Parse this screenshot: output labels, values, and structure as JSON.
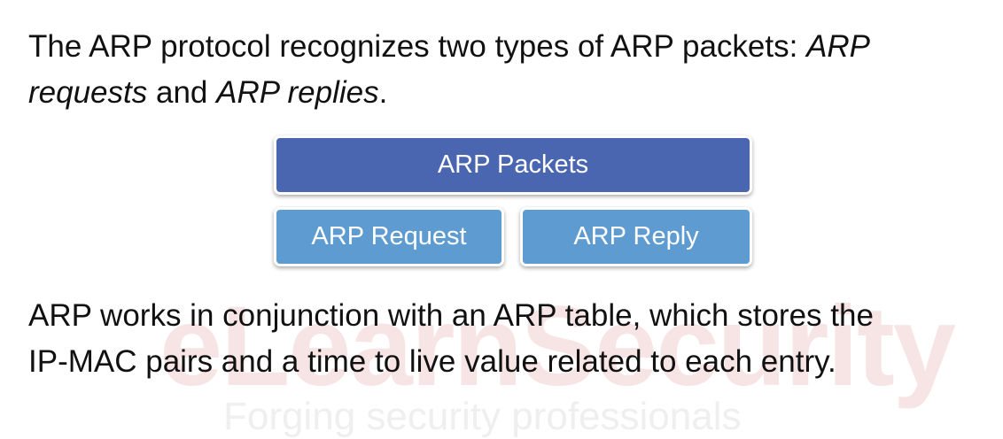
{
  "intro": {
    "text_before": "The ARP protocol recognizes two types of ARP packets: ",
    "term_requests": "ARP requests",
    "connector": " and ",
    "term_replies": "ARP replies",
    "end": "."
  },
  "diagram": {
    "root_label": "ARP Packets",
    "children": [
      "ARP Request",
      "ARP Reply"
    ],
    "colors": {
      "root": "#4a66b0",
      "child": "#5e9bd0"
    }
  },
  "outro": {
    "line_1": "ARP works in conjunction with an ARP table, which stores the",
    "line_2": "IP-MAC pairs and a time to live value related to each entry."
  },
  "watermark": {
    "brand": "eLearnSecurity",
    "tagline": "Forging security professionals"
  }
}
